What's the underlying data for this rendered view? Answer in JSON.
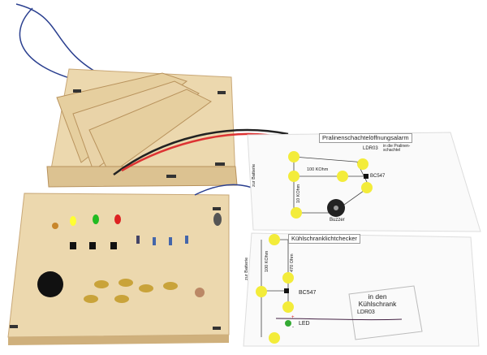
{
  "card_alarm": {
    "title": "Pralinenschachtelöffnungsalarm",
    "ldr": "LDR03",
    "ldr_note": "in die Pralinen-schachtel",
    "resistor_1": "100 KOhm",
    "resistor_2": "10 KOhm",
    "transistor": "BC547",
    "buzzer": "Buzzer",
    "battery": "zur Batterie"
  },
  "card_fridge": {
    "title": "Kühlschranklichtchecker",
    "resistor_1": "100 KOhm",
    "resistor_2": "470 Ohm",
    "transistor": "BC547",
    "led": "LED",
    "fridge_note": "in den Kühlschrank",
    "ldr": "LDR03",
    "battery": "zur Batterie",
    "plus": "+",
    "minus": "-"
  },
  "colors": {
    "wood": "#e9d3a8",
    "wood_edge": "#c9a877",
    "pad": "#f3ec3a",
    "wire_red": "#d33",
    "wire_blue": "#2a3f8f"
  }
}
